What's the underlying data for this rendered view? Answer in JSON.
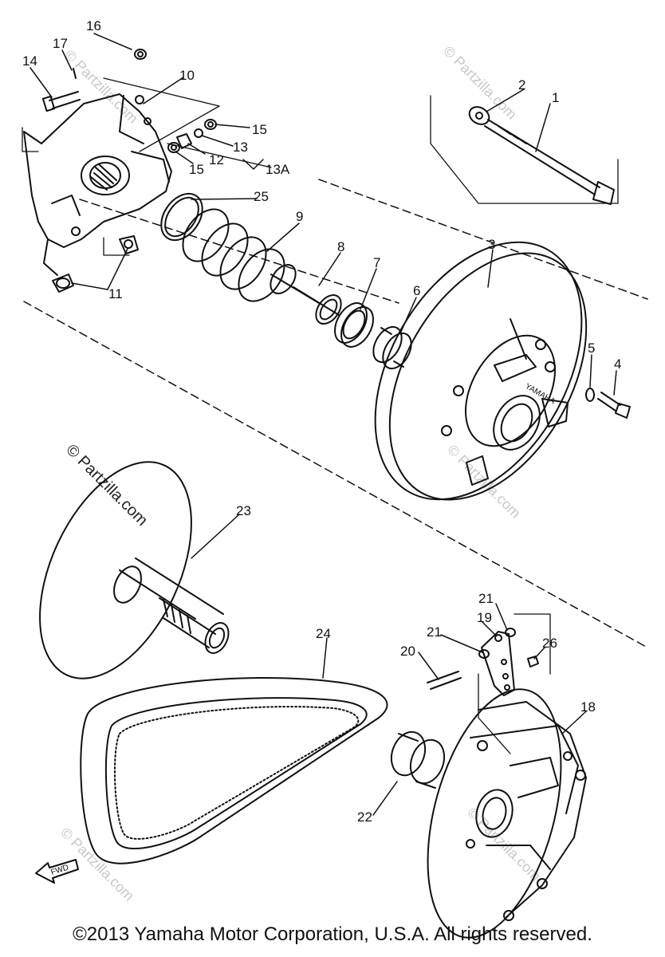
{
  "callouts": {
    "p1": "1",
    "p2": "2",
    "p3": "3",
    "p4": "4",
    "p5": "5",
    "p6": "6",
    "p7": "7",
    "p8": "8",
    "p9": "9",
    "p10": "10",
    "p11": "11",
    "p12": "12",
    "p13": "13",
    "p13a": "13A",
    "p14": "14",
    "p15a": "15",
    "p15b": "15",
    "p16": "16",
    "p17": "17",
    "p18": "18",
    "p19": "19",
    "p20": "20",
    "p21a": "21",
    "p21b": "21",
    "p22": "22",
    "p23": "23",
    "p24": "24",
    "p25": "25",
    "p26": "26"
  },
  "belt_marking": "FWD",
  "sheave_marking": "YAMAHA",
  "watermark": "© Partzilla.com",
  "copyright": "©2013  Yamaha Motor Corporation, U.S.A. All rights reserved."
}
